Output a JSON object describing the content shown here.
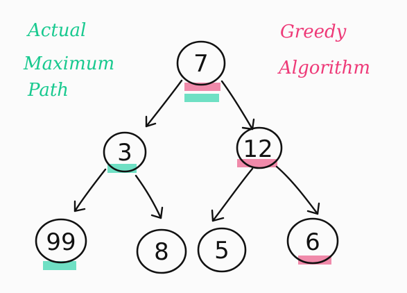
{
  "legend": {
    "actual": [
      "Actual",
      "Maximum",
      "Path"
    ],
    "greedy": [
      "Greedy",
      "Algorithm"
    ]
  },
  "colors": {
    "actual": "#6fe0c4",
    "greedy": "#f08aaa",
    "actual_text": "#18c98f",
    "greedy_text": "#ee3a78",
    "ink": "#111111"
  },
  "nodes": {
    "root": "7",
    "left": "3",
    "right": "12",
    "left_left": "99",
    "left_right": "8",
    "right_left": "5",
    "right_right": "6"
  }
}
